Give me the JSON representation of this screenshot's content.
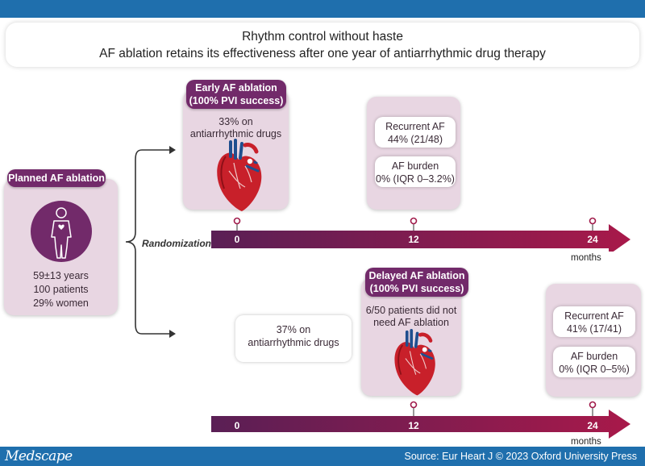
{
  "header": {
    "title_line1": "Rhythm control without haste",
    "title_line2": "AF ablation retains its effectiveness after one year of antiarrhythmic drug therapy"
  },
  "planned": {
    "label": "Planned AF ablation",
    "age": "59±13 years",
    "patients": "100 patients",
    "women": "29% women",
    "icon": "patient-icon"
  },
  "randomization": "Randomization",
  "early": {
    "label_line1": "Early AF ablation",
    "label_line2": "(100% PVI success)",
    "drugs_line1": "33% on",
    "drugs_line2": "antiarrhythmic drugs",
    "icon": "heart-icon",
    "outcome": {
      "recurrent_label": "Recurrent AF",
      "recurrent_value": "44% (21/48)",
      "burden_label": "AF burden",
      "burden_value": "0% (IQR 0–3.2%)"
    }
  },
  "delayed": {
    "label_line1": "Delayed AF ablation",
    "label_line2": "(100% PVI success)",
    "no_need_line1": "6/50 patients did not",
    "no_need_line2": "need AF ablation",
    "drugs_line1": "37% on",
    "drugs_line2": "antiarrhythmic drugs",
    "icon": "heart-icon",
    "outcome": {
      "recurrent_label": "Recurrent AF",
      "recurrent_value": "41% (17/41)",
      "burden_label": "AF burden",
      "burden_value": "0% (IQR 0–5%)"
    }
  },
  "timeline": {
    "ticks": [
      "0",
      "12",
      "24"
    ],
    "unit": "months"
  },
  "footer": {
    "brand": "Medscape",
    "source": "Source: Eur Heart J © 2023 Oxford University Press"
  },
  "colors": {
    "topbar": "#1f6fad",
    "purple": "#722a6a",
    "panel": "#e8d6e2",
    "arrow_start": "#5a1f55",
    "arrow_end": "#a01a4a"
  }
}
